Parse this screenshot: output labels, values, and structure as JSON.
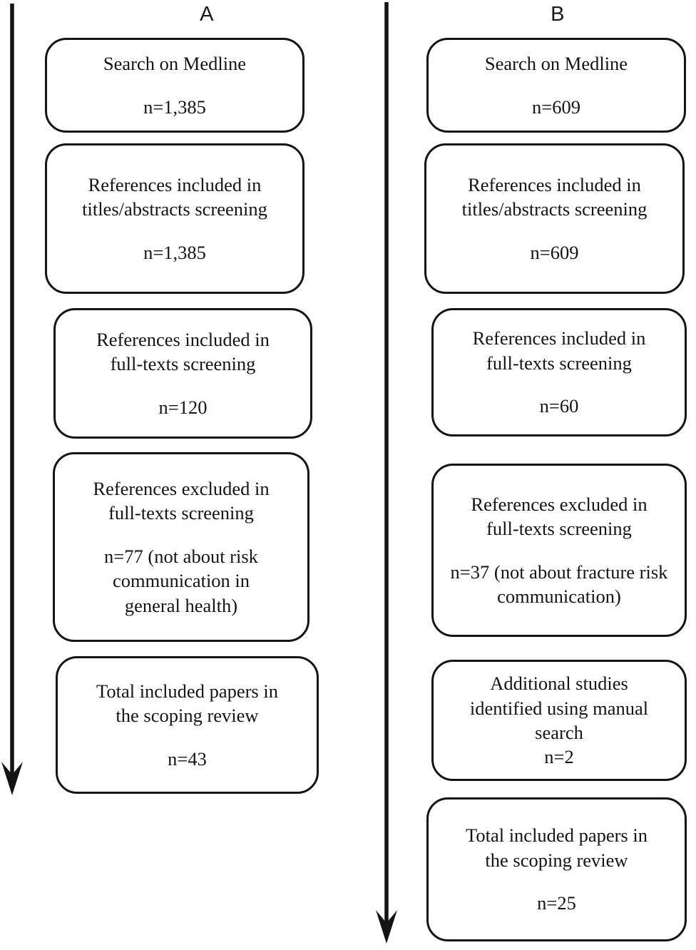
{
  "figure": {
    "type": "prisma-flow-diagram",
    "panels": [
      {
        "id": "A",
        "label": "A",
        "arrow": {
          "name": "down-arrow-panel-a"
        },
        "boxes": [
          {
            "name": "search-on-medline",
            "lines": [
              "Search on Medline"
            ],
            "count": "n=1,385"
          },
          {
            "name": "references-included-titles-abstracts-screening",
            "lines": [
              "References included in",
              "titles/abstracts screening"
            ],
            "count": "n=1,385"
          },
          {
            "name": "references-included-full-texts-screening",
            "lines": [
              "References included in",
              "full-texts screening"
            ],
            "count": "n=120"
          },
          {
            "name": "references-excluded-full-texts-screening",
            "lines": [
              "References excluded in",
              "full-texts screening"
            ],
            "count": "n=77 (not about risk communication in general health)"
          },
          {
            "name": "total-included-papers",
            "lines": [
              "Total included papers in",
              "the scoping review"
            ],
            "count": "n=43"
          }
        ]
      },
      {
        "id": "B",
        "label": "B",
        "arrow": {
          "name": "down-arrow-panel-b"
        },
        "boxes": [
          {
            "name": "search-on-medline",
            "lines": [
              "Search on Medline"
            ],
            "count": "n=609"
          },
          {
            "name": "references-included-titles-abstracts-screening",
            "lines": [
              "References included in",
              "titles/abstracts screening"
            ],
            "count": "n=609"
          },
          {
            "name": "references-included-full-texts-screening",
            "lines": [
              "References included in",
              "full-texts screening"
            ],
            "count": "n=60"
          },
          {
            "name": "references-excluded-full-texts-screening",
            "lines": [
              "References excluded in",
              "full-texts screening"
            ],
            "count": "n=37 (not about fracture risk communication)"
          },
          {
            "name": "additional-studies-manual-search",
            "lines": [
              "Additional studies",
              "identified using manual",
              "search"
            ],
            "count": "n=2"
          },
          {
            "name": "total-included-papers",
            "lines": [
              "Total included papers in",
              "the scoping review"
            ],
            "count": "n=25"
          }
        ]
      }
    ],
    "colors": {
      "stroke": "#141414",
      "text": "#141414",
      "background": "#ffffff"
    }
  }
}
